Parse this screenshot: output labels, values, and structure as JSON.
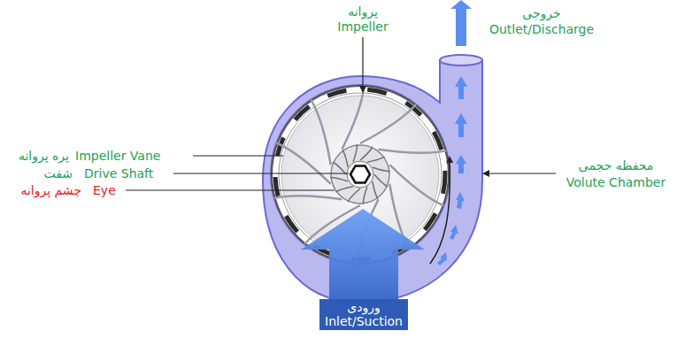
{
  "diagram": {
    "nodes": [
      {
        "text": [
          "ورودی",
          "Inlet/Suction"
        ]
      }
    ],
    "labels": [
      "پروانه",
      "Impeller",
      "خروجی",
      "Outlet/Discharge",
      "پره پروانه",
      "Impeller Vane",
      "شفت",
      "Drive Shaft",
      "چشم پروانه",
      "Eye",
      "محفظه حجمی",
      "Volute Chamber"
    ]
  }
}
